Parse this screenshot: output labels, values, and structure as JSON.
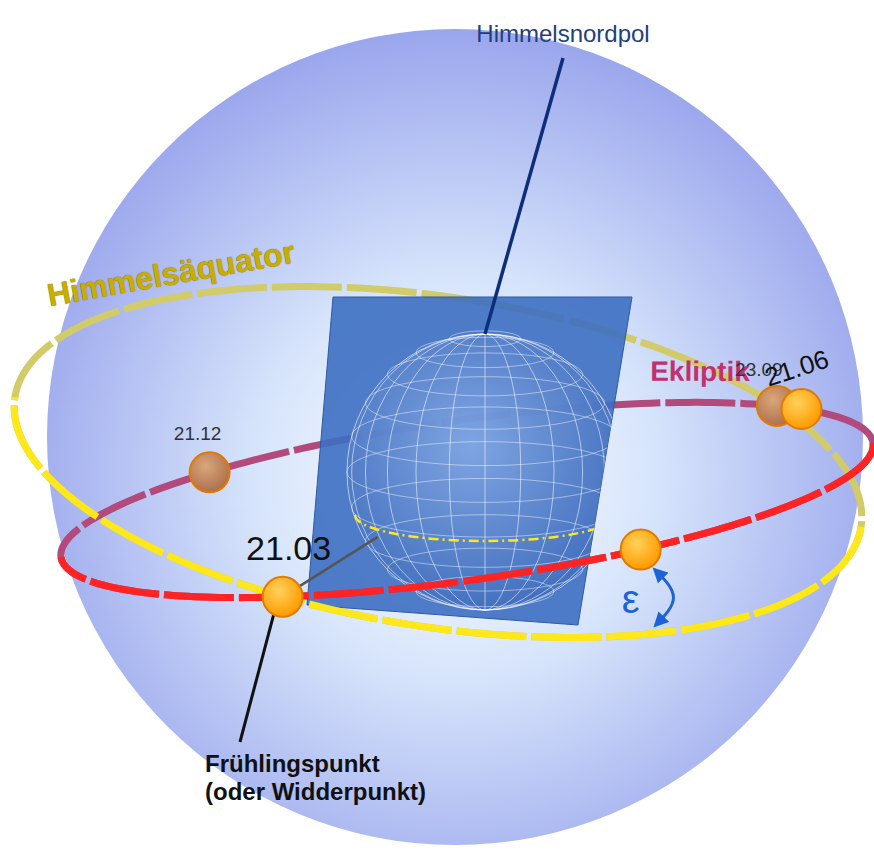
{
  "diagram": {
    "labels": [
      "Himmelsnordpol",
      "Himmelsäquator",
      "Ekliptik",
      "23.09",
      "21.12",
      "21.06",
      "21.03",
      "ε",
      "Frühlingspunkt (oder Widderpunkt)"
    ]
  }
}
